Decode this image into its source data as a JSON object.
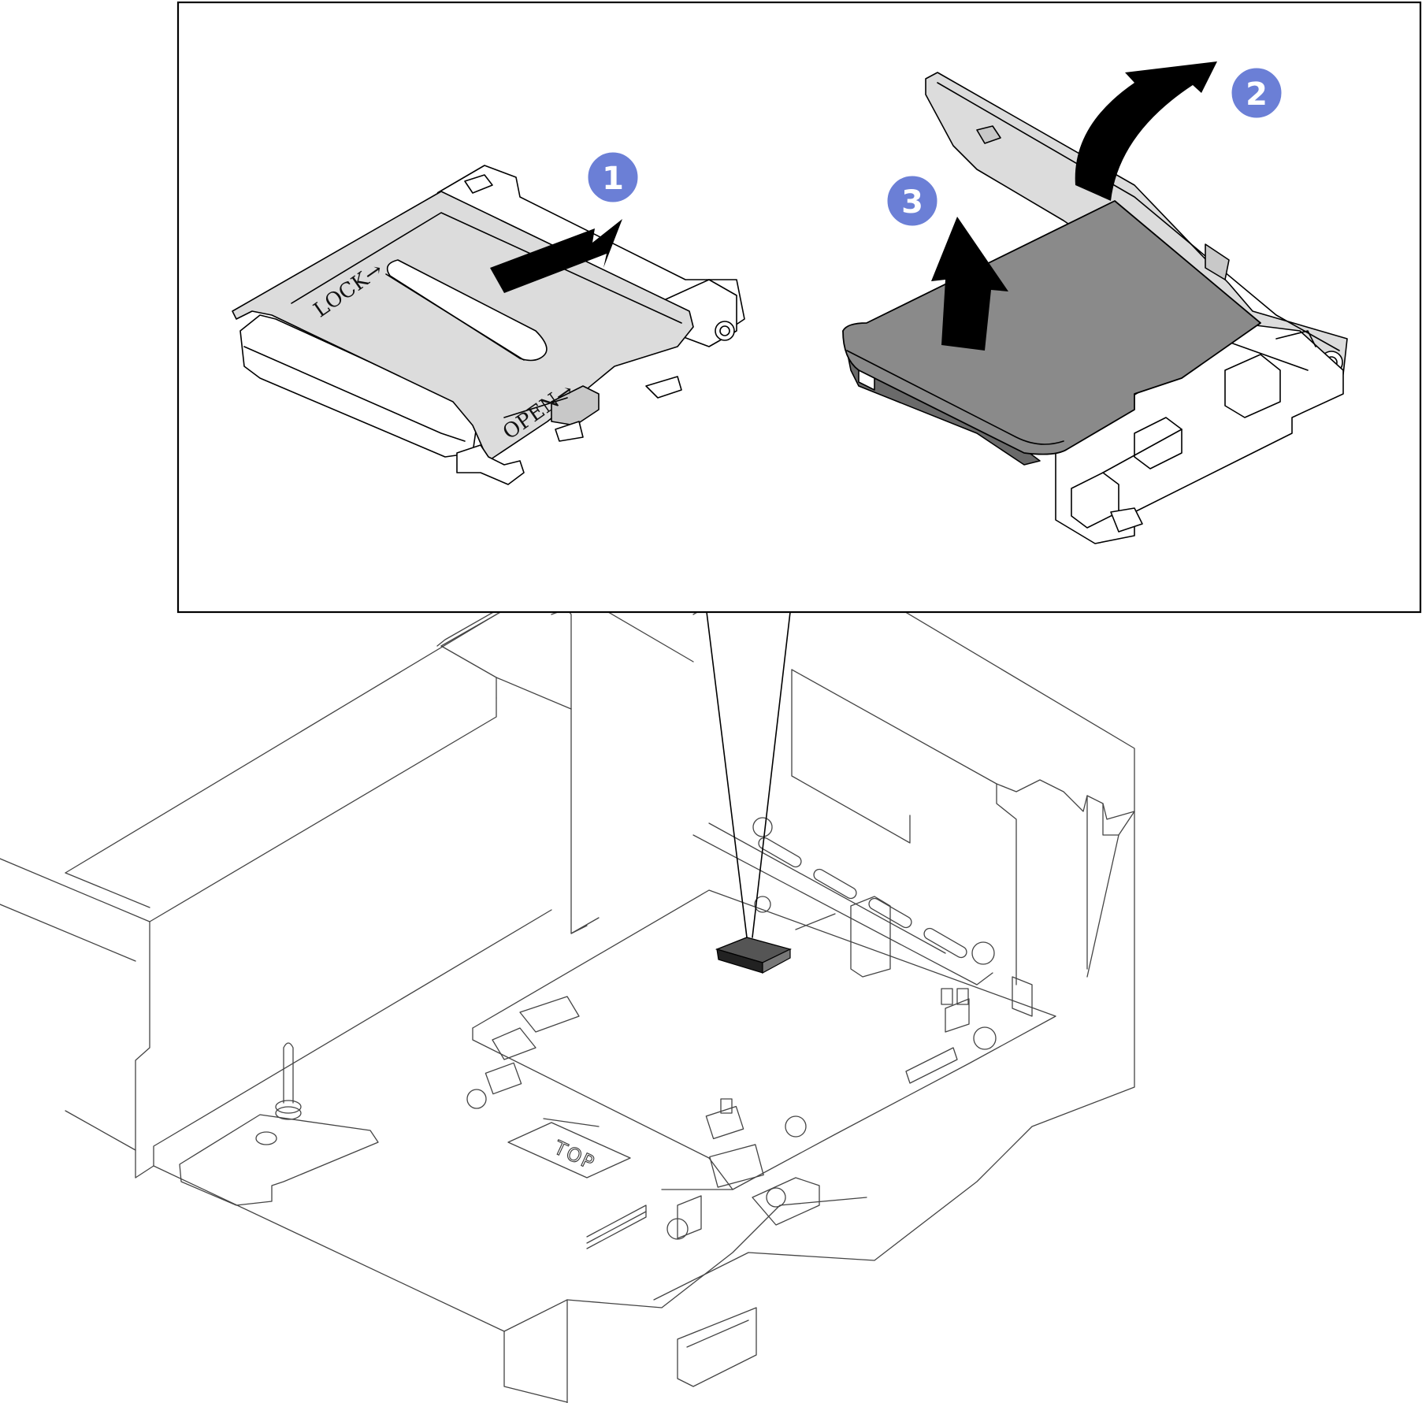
{
  "colors": {
    "callout": "#6b7fd6",
    "card": "#8a8a8a",
    "metal": "#dcdcdc",
    "line": "#000000"
  },
  "callouts": [
    {
      "label": "1"
    },
    {
      "label": "2"
    },
    {
      "label": "3"
    }
  ],
  "markings": {
    "lock": "LOCK→",
    "open": "OPEN→",
    "board_top": "TOP"
  },
  "icons": {
    "slide_arrow": "arrow-right-up-icon",
    "flip_arrow": "curved-arrow-icon",
    "lift_arrow": "arrow-up-icon"
  }
}
